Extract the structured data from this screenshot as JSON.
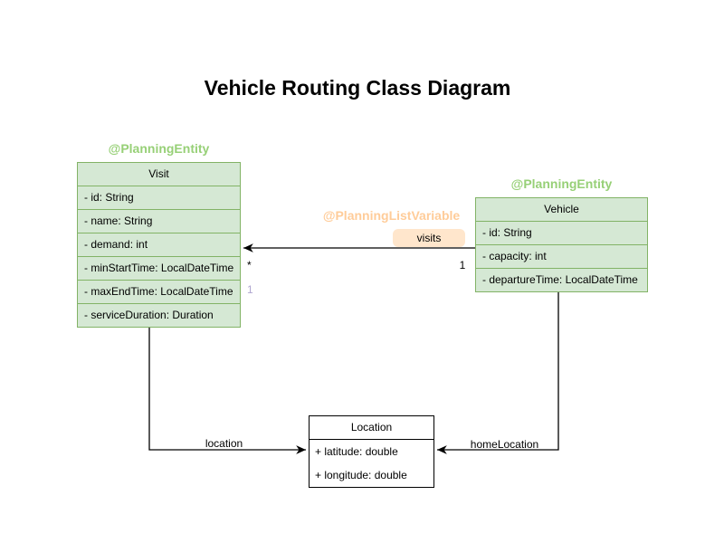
{
  "title": "Vehicle Routing Class Diagram",
  "annotations": {
    "visit": "@PlanningEntity",
    "vehicle": "@PlanningEntity",
    "visits_list": "@PlanningListVariable"
  },
  "classes": {
    "visit": {
      "name": "Visit",
      "attributes": [
        "- id: String",
        "- name: String",
        "- demand: int",
        "- minStartTime: LocalDateTime",
        "- maxEndTime: LocalDateTime",
        "- serviceDuration: Duration"
      ]
    },
    "vehicle": {
      "name": "Vehicle",
      "attributes": [
        "- id: String",
        "- capacity: int",
        "- departureTime: LocalDateTime"
      ]
    },
    "location": {
      "name": "Location",
      "attributes": [
        "+ latitude: double",
        "+ longitude: double"
      ]
    }
  },
  "associations": {
    "visits": {
      "label": "visits",
      "multiplicity_vehicle_end": "1",
      "multiplicity_visit_end": "*",
      "secondary_marker": "1"
    },
    "location": {
      "label": "location"
    },
    "home_location": {
      "label": "homeLocation"
    }
  },
  "colors": {
    "class_green_fill": "#d5e8d4",
    "class_green_border": "#82b366",
    "annotation_green": "#97d077",
    "annotation_orange": "#ffcc99",
    "label_orange_fill": "#ffe6cc",
    "secondary_marker_lavender": "#b0a6cf",
    "line_black": "#000000"
  }
}
